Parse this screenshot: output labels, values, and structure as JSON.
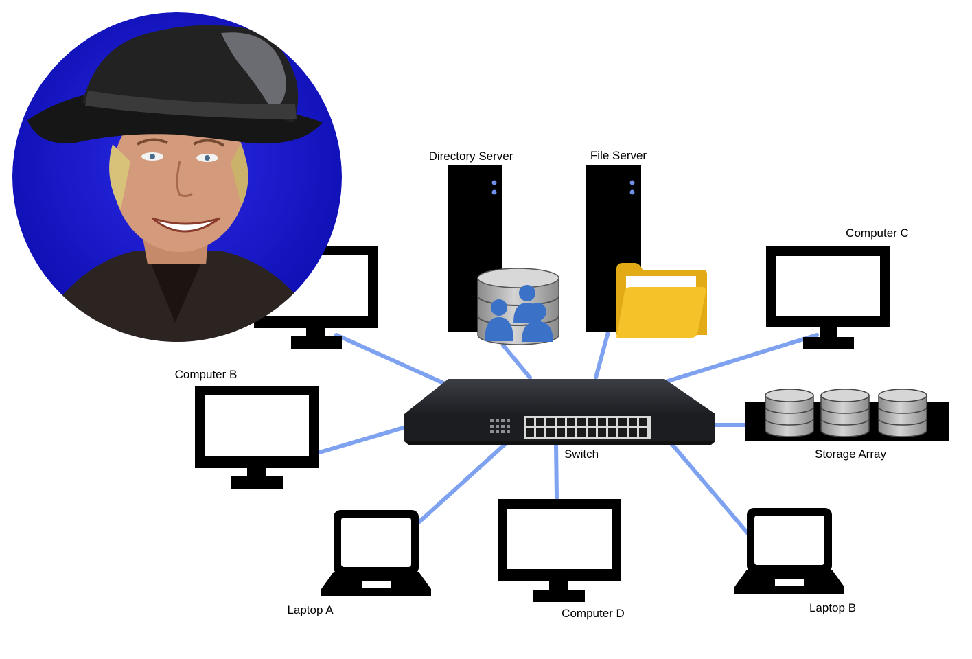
{
  "labels": {
    "directory_server": "Directory Server",
    "file_server": "File Server",
    "computer_c": "Computer C",
    "computer_b": "Computer B",
    "storage_array": "Storage Array",
    "switch": "Switch",
    "laptop_a": "Laptop A",
    "computer_d": "Computer D",
    "laptop_b": "Laptop B"
  },
  "colors": {
    "link": "#7ea2f0",
    "device": "#000000",
    "switch_body": "#2a2c31",
    "portrait_background": "#1414c8",
    "server_led": "#6f8fe8",
    "database_users": "#3b72c8",
    "folder": "#f5c22a",
    "disk": "#a9a9a9"
  },
  "icons": [
    "person-portrait-icon",
    "monitor-icon",
    "laptop-icon",
    "server-tower-icon",
    "database-users-icon",
    "folder-icon",
    "network-switch-icon",
    "disk-stack-icon"
  ]
}
